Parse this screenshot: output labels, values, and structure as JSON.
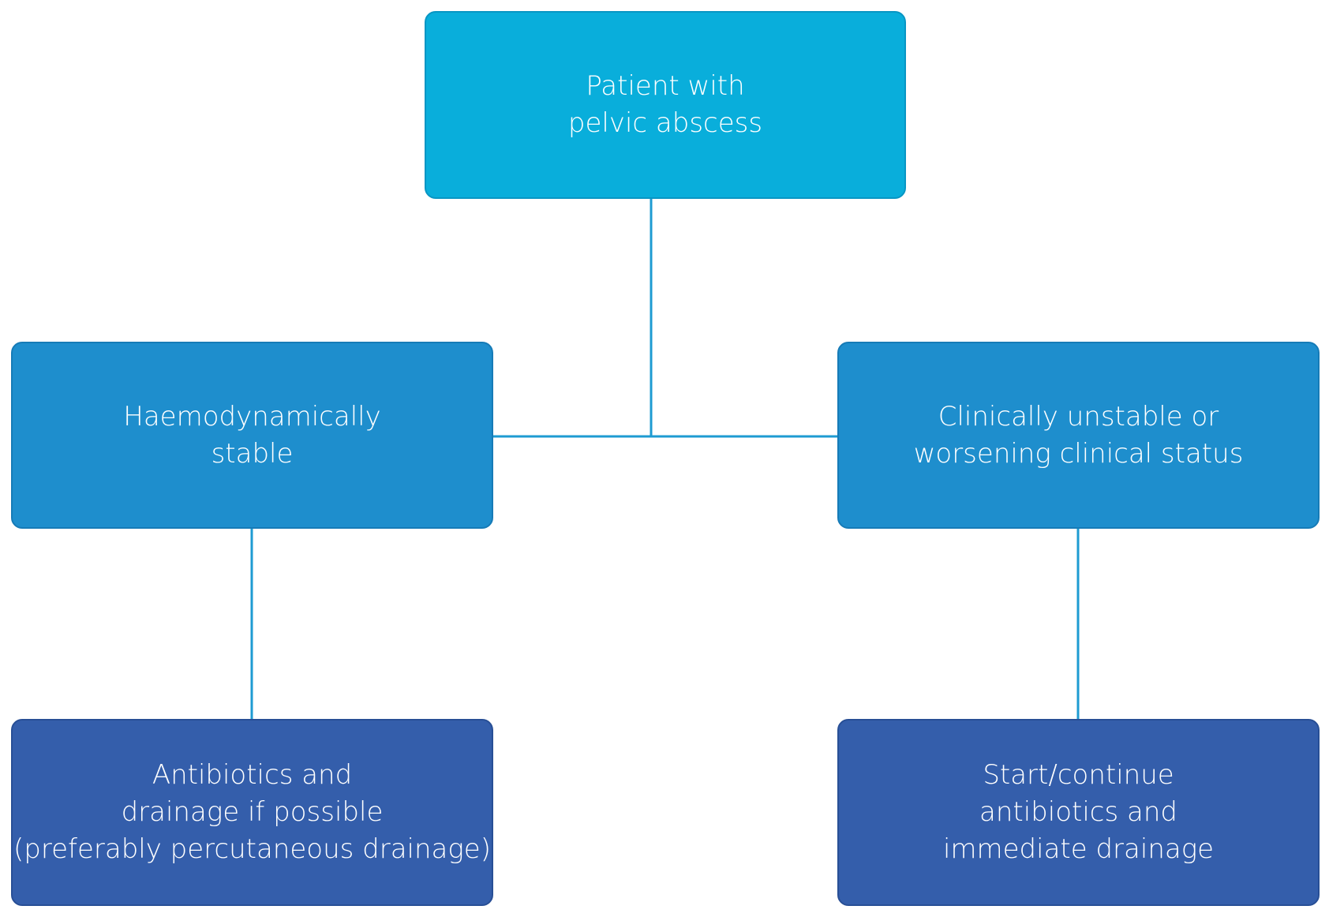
{
  "diagram": {
    "colors": {
      "root_fill": "#09aedb",
      "middle_fill": "#1e8ecd",
      "leaf_fill": "#345eab",
      "connector": "#1e9bd2",
      "text": "#ffffff"
    },
    "nodes": {
      "root": {
        "lines": [
          "Patient with",
          "pelvic abscess"
        ]
      },
      "stable": {
        "lines": [
          "Haemodynamically",
          "stable"
        ]
      },
      "unstable": {
        "lines": [
          "Clinically unstable or",
          "worsening clinical status"
        ]
      },
      "stable_action": {
        "lines": [
          "Antibiotics and",
          "drainage if possible",
          "(preferably percutaneous drainage)"
        ]
      },
      "unstable_action": {
        "lines": [
          "Start/continue",
          "antibiotics and",
          "immediate drainage"
        ]
      }
    },
    "edges": [
      {
        "from": "root",
        "to": "stable"
      },
      {
        "from": "root",
        "to": "unstable"
      },
      {
        "from": "stable",
        "to": "stable_action"
      },
      {
        "from": "unstable",
        "to": "unstable_action"
      }
    ]
  }
}
